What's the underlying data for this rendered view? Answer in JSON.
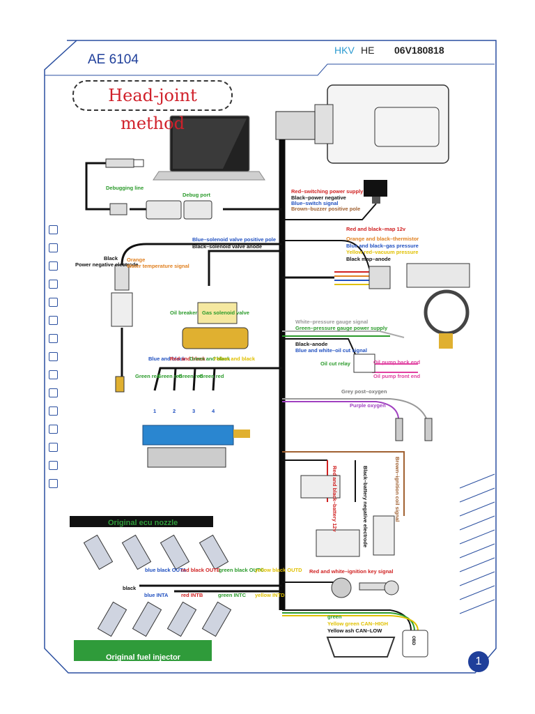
{
  "header": {
    "model": "AE 6104",
    "brand_hkv": "HKV",
    "brand_he": "HE",
    "code": "06V180818"
  },
  "title": "Head-joint method",
  "page_number": "1",
  "colors": {
    "frame": "#2a4fa0",
    "title_red": "#d0202a",
    "wire": "#111111"
  },
  "debug": {
    "line": "Debugging line",
    "port": "Debug port"
  },
  "switch": {
    "red": "Red–switching power supply",
    "black": "Black–power negative",
    "blue": "Blue–switch signal",
    "brown": "Brown–buzzer positive pole"
  },
  "map": {
    "redblack": "Red and black–map 12v",
    "orangeblack": "Orange and black–thermistor",
    "blueblack": "Blue and black–gas pressure",
    "yellowred": "Yellow red–vacuum pressure",
    "blackmap": "Black map–anode"
  },
  "solenoid": {
    "blue": "Blue–solenoid valve positive pole",
    "black": "Black–solenoid valve anode",
    "breaker": "Oil breaker",
    "valve": "Gas solenoid valve"
  },
  "temp": {
    "black": "Black",
    "power_neg": "Power negative electrode",
    "orange": "Orange",
    "water": "Water temperature signal"
  },
  "injector_rail": {
    "pairs": [
      "Blue and black",
      "Red and black",
      "Green and black",
      "Yellow and black"
    ],
    "green_red": [
      "Green red",
      "Green red",
      "Green red",
      "Green red"
    ],
    "nums": [
      "1",
      "2",
      "3",
      "4"
    ]
  },
  "gauge": {
    "white": "White–pressure gauge signal",
    "green": "Green–pressure gauge power supply"
  },
  "oilcut": {
    "black": "Black–anode",
    "bluewhite": "Blue and white–oil cut signal",
    "relay": "Oil cut relay",
    "back": "Oil pump back end",
    "front": "Oil pump front end"
  },
  "oxygen": {
    "grey": "Grey post–oxygen",
    "purple": "Purple oxygen"
  },
  "battery": {
    "redblack": "Red and black–battery 12v",
    "black": "Black–battery negative electrode",
    "brown": "Brown–ignition coil signal"
  },
  "ignition": {
    "label": "Red and white–ignition key signal"
  },
  "obd": {
    "green": "green",
    "yg": "Yellow green CAN–HIGH",
    "ya": "Yellow ash CAN–LOW",
    "obd": "OBD"
  },
  "ecu_nozzle": {
    "label": "Original ecu nozzle"
  },
  "fuel_injector": {
    "label": "Original fuel injector"
  },
  "inj_wires": {
    "top": [
      "blue black OUTA",
      "red black OUTB",
      "green black OUTC",
      "yellow black OUTD"
    ],
    "bottom": [
      "blue INTA",
      "red INTB",
      "green INTC",
      "yellow INTD"
    ],
    "black": "black"
  }
}
